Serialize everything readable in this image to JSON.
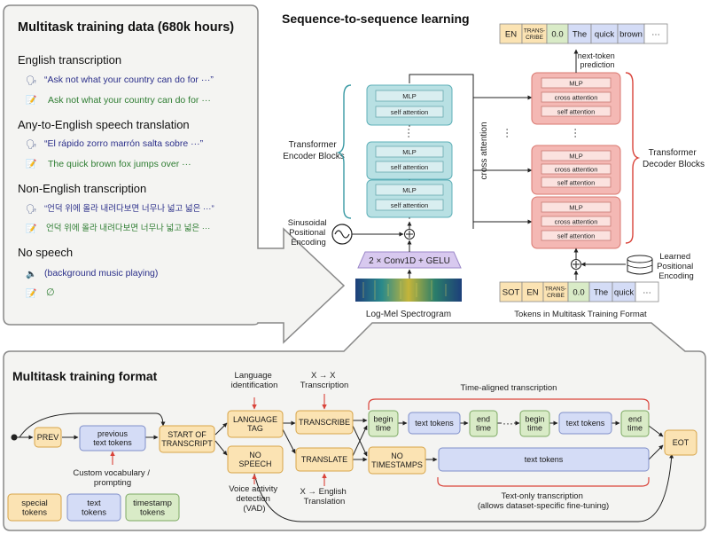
{
  "data_panel": {
    "title": "Multitask training data (680k hours)",
    "sections": [
      {
        "heading": "English transcription",
        "audio": "“Ask not what your country can do for ···”",
        "text": "Ask not what your country can do for ···"
      },
      {
        "heading": "Any-to-English speech translation",
        "audio": "“El rápido zorro marrón salta sobre ···”",
        "text": "The quick brown fox jumps over ···"
      },
      {
        "heading": "Non-English transcription",
        "audio": "“언덕 위에 올라 내려다보면 너무나 넓고 넓은 ···”",
        "text": "언덕 위에 올라 내려다보면 너무나 넓고 넓은 ···"
      },
      {
        "heading": "No speech",
        "audio": "(background music playing)",
        "text": "∅"
      }
    ]
  },
  "seq": {
    "title": "Sequence-to-sequence learning",
    "encoder_label": [
      "Transformer",
      "Encoder Blocks"
    ],
    "decoder_label": [
      "Transformer",
      "Decoder Blocks"
    ],
    "mlp": "MLP",
    "self_attention": "self attention",
    "cross_attention": "cross attention",
    "cross_attention_side": "cross attention",
    "sinusoidal": [
      "Sinusoidal",
      "Positional",
      "Encoding"
    ],
    "conv": "2 × Conv1D + GELU",
    "spectrogram": "Log-Mel Spectrogram",
    "learned": [
      "Learned",
      "Positional",
      "Encoding"
    ],
    "next_token": [
      "next-token",
      "prediction"
    ],
    "tokens_caption": "Tokens in Multitask Training Format",
    "top_tokens": [
      "EN",
      "TRANS-|CRIBE",
      "0.0",
      "The",
      "quick",
      "brown",
      "···"
    ],
    "bottom_tokens": [
      "SOT",
      "EN",
      "TRANS-|CRIBE",
      "0.0",
      "The",
      "quick",
      "···"
    ],
    "colors": {
      "encoder": "#b8e0e3",
      "decoder": "#f4b8b4",
      "special": "#fbe3b3",
      "text": "#d4dcf6",
      "timestamp": "#d9ebc7"
    }
  },
  "format": {
    "title": "Multitask training format",
    "prev": "PREV",
    "previous_text": [
      "previous",
      "text tokens"
    ],
    "start": [
      "START OF",
      "TRANSCRIPT"
    ],
    "lang_tag": [
      "LANGUAGE",
      "TAG"
    ],
    "no_speech": [
      "NO",
      "SPEECH"
    ],
    "transcribe": "TRANSCRIBE",
    "translate": "TRANSLATE",
    "no_timestamps": [
      "NO",
      "TIMESTAMPS"
    ],
    "begin_time": [
      "begin",
      "time"
    ],
    "end_time": [
      "end",
      "time"
    ],
    "text_tokens": "text tokens",
    "ellipsis": "···",
    "eot": "EOT",
    "lang_id": [
      "Language",
      "identification"
    ],
    "xx": [
      "X → X",
      "Transcription"
    ],
    "xen": [
      "X → English",
      "Translation"
    ],
    "vad": [
      "Voice activity",
      "detection",
      "(VAD)"
    ],
    "custom_vocab": [
      "Custom vocabulary /",
      "prompting"
    ],
    "time_aligned": "Time-aligned transcription",
    "text_only": [
      "Text-only transcription",
      "(allows dataset-specific fine-tuning)"
    ],
    "legend": {
      "special": [
        "special",
        "tokens"
      ],
      "text": [
        "text",
        "tokens"
      ],
      "timestamp": [
        "timestamp",
        "tokens"
      ]
    }
  }
}
